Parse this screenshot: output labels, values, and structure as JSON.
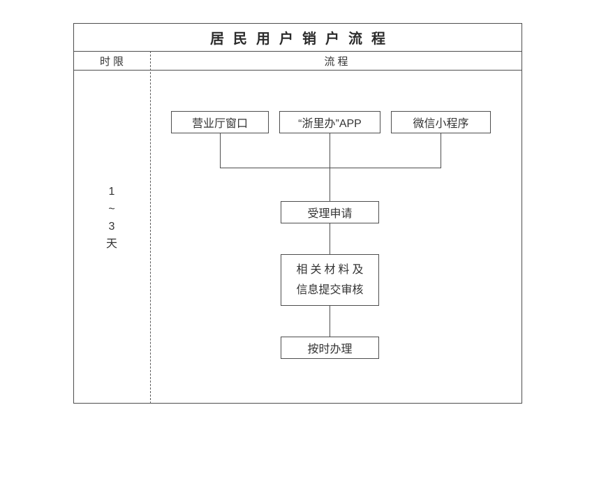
{
  "title": "居民用户销户流程",
  "header": {
    "time_limit_label": "时限",
    "process_label": "流程"
  },
  "time_limit": {
    "chars": [
      "1",
      "~",
      "3",
      "天"
    ],
    "value": "1~3天"
  },
  "flow": {
    "channels": [
      "营业厅窗口",
      "“浙里办”APP",
      "微信小程序"
    ],
    "step_accept": "受理申请",
    "step_review_line1": "相关材料及",
    "step_review_line2": "信息提交审核",
    "step_final": "按时办理"
  },
  "chart_data": {
    "type": "flowchart",
    "title": "居民用户销户流程",
    "columns": [
      "时限",
      "流程"
    ],
    "time_limit": "1~3天",
    "nodes": [
      "营业厅窗口",
      "“浙里办”APP",
      "微信小程序",
      "受理申请",
      "相关材料及信息提交审核",
      "按时办理"
    ],
    "edges": [
      [
        "营业厅窗口",
        "受理申请"
      ],
      [
        "“浙里办”APP",
        "受理申请"
      ],
      [
        "微信小程序",
        "受理申请"
      ],
      [
        "受理申请",
        "相关材料及信息提交审核"
      ],
      [
        "相关材料及信息提交审核",
        "按时办理"
      ]
    ]
  }
}
